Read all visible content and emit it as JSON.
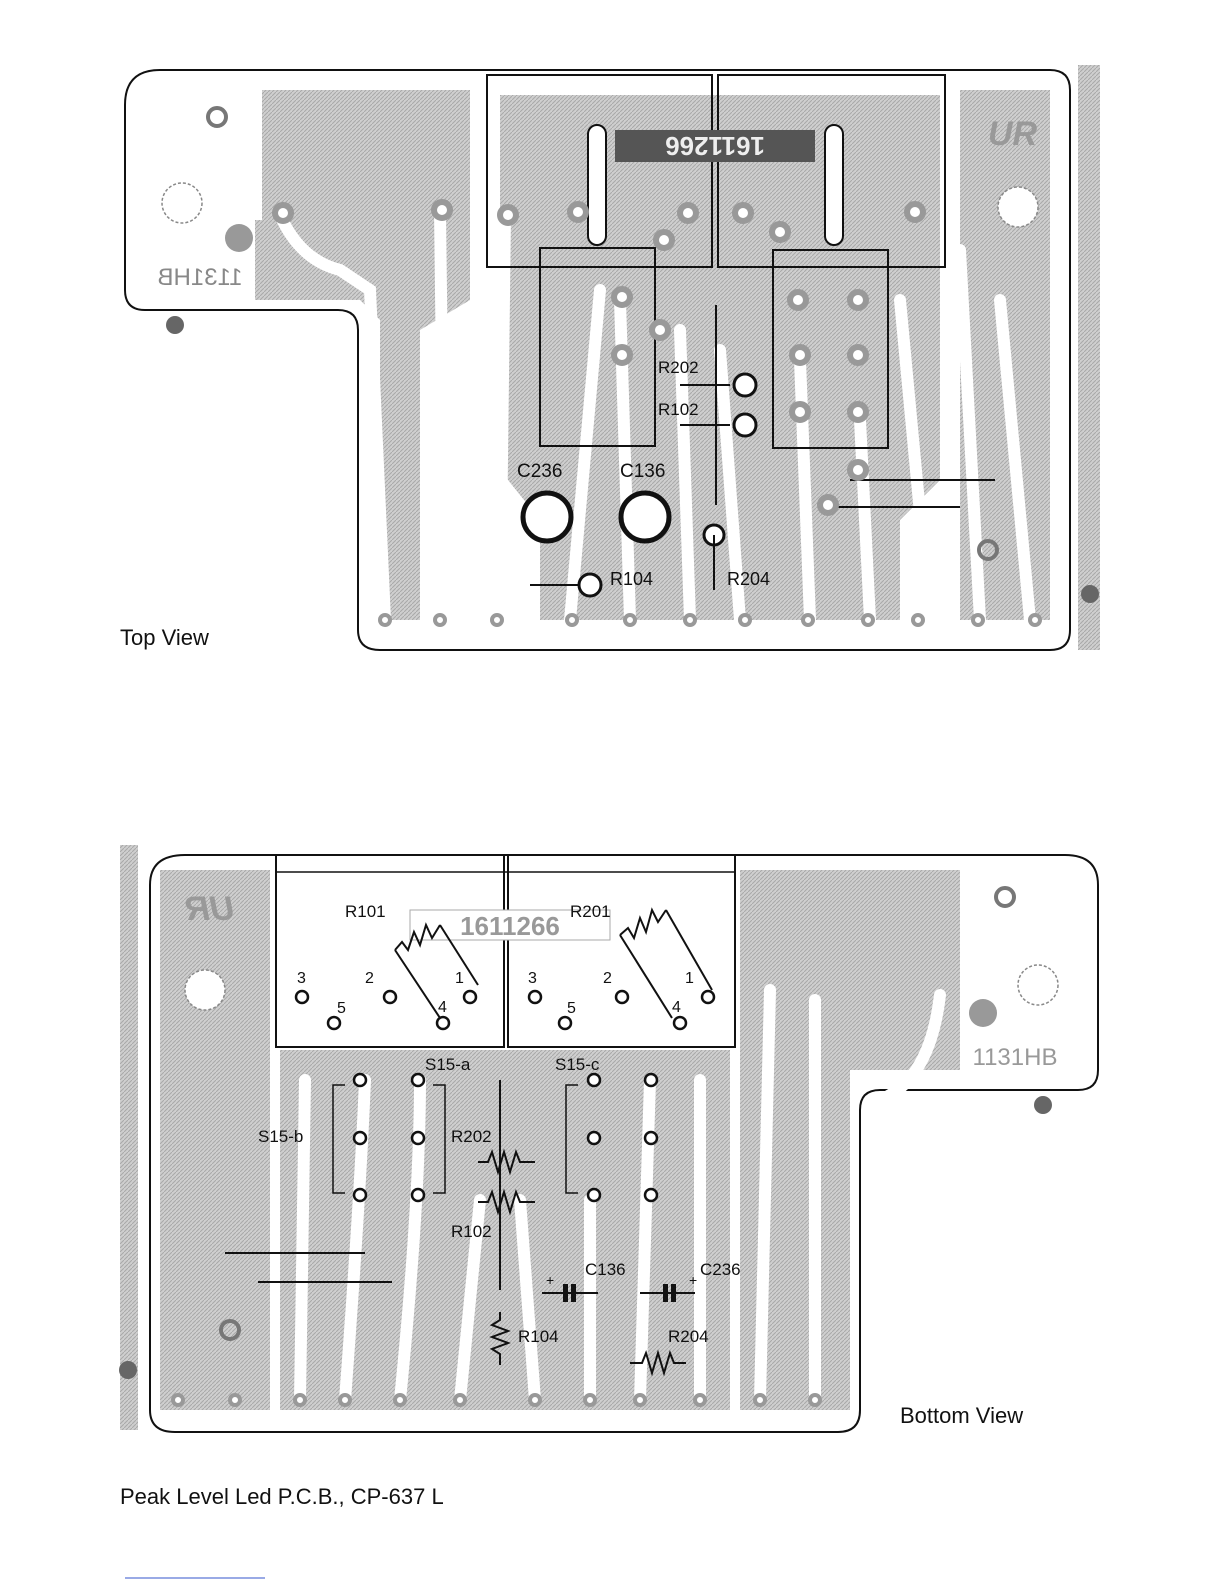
{
  "captions": {
    "top_view": "Top View",
    "bottom_view": "Bottom View",
    "figure_title": "Peak Level Led P.C.B., CP-637 L"
  },
  "top_board": {
    "silk_code": "1131HB",
    "ur_mark": "UR",
    "module_code": "1611266",
    "labels": {
      "r202": "R202",
      "r102": "R102",
      "c236": "C236",
      "c136": "C136",
      "r104": "R104",
      "r204": "R204"
    }
  },
  "bottom_board": {
    "silk_code": "1131HB",
    "ur_mark": "UR",
    "module_code": "1611266",
    "labels": {
      "r101": "R101",
      "r201": "R201",
      "s15a": "S15-a",
      "s15b": "S15-b",
      "s15c": "S15-c",
      "r202": "R202",
      "r102": "R102",
      "c136": "C136",
      "c236": "C236",
      "r104": "R104",
      "r204": "R204",
      "plus": "+",
      "pins": [
        "1",
        "2",
        "3",
        "4",
        "5"
      ]
    }
  },
  "colors": {
    "board_fill": "#ffffff",
    "copper": "#c4c4c4",
    "outline": "#111111",
    "edge_strip": "#bcbcbc"
  }
}
